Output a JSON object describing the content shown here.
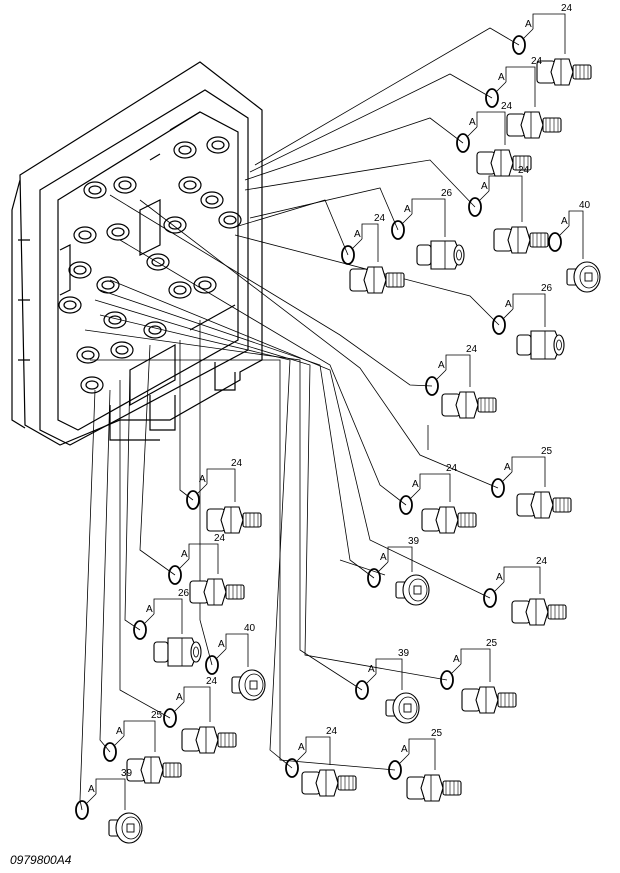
{
  "drawing_number": "0979800A4",
  "seal_label": "A",
  "callouts": [
    {
      "part": "24",
      "kind": "fitting"
    },
    {
      "part": "24",
      "kind": "fitting"
    },
    {
      "part": "24",
      "kind": "fitting"
    },
    {
      "part": "24",
      "kind": "fitting"
    },
    {
      "part": "24",
      "kind": "fitting"
    },
    {
      "part": "26",
      "kind": "union"
    },
    {
      "part": "40",
      "kind": "plug"
    },
    {
      "part": "26",
      "kind": "union"
    },
    {
      "part": "24",
      "kind": "fitting"
    },
    {
      "part": "25",
      "kind": "fitting"
    },
    {
      "part": "24",
      "kind": "fitting"
    },
    {
      "part": "24",
      "kind": "fitting"
    },
    {
      "part": "24",
      "kind": "fitting"
    },
    {
      "part": "39",
      "kind": "plug"
    },
    {
      "part": "24",
      "kind": "fitting"
    },
    {
      "part": "26",
      "kind": "union"
    },
    {
      "part": "40",
      "kind": "plug"
    },
    {
      "part": "39",
      "kind": "plug"
    },
    {
      "part": "25",
      "kind": "fitting"
    },
    {
      "part": "24",
      "kind": "fitting"
    },
    {
      "part": "25",
      "kind": "fitting"
    },
    {
      "part": "24",
      "kind": "fitting"
    },
    {
      "part": "25",
      "kind": "fitting"
    },
    {
      "part": "39",
      "kind": "plug"
    }
  ]
}
